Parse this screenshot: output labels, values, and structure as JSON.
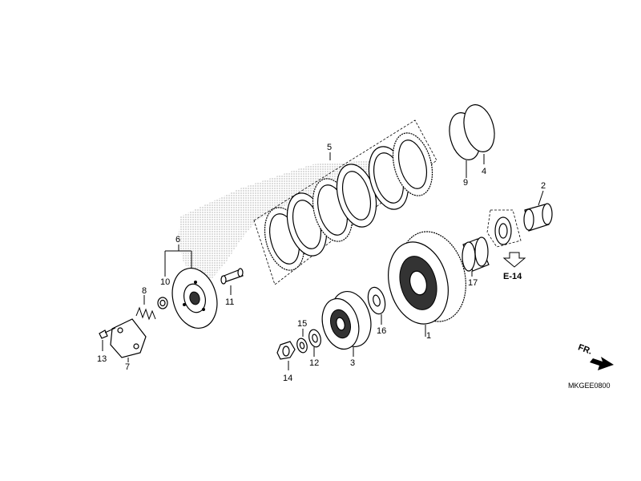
{
  "callouts": [
    {
      "id": "1",
      "text": "1"
    },
    {
      "id": "2",
      "text": "2"
    },
    {
      "id": "3",
      "text": "3"
    },
    {
      "id": "4",
      "text": "4"
    },
    {
      "id": "5",
      "text": "5"
    },
    {
      "id": "6",
      "text": "6"
    },
    {
      "id": "7",
      "text": "7"
    },
    {
      "id": "8",
      "text": "8"
    },
    {
      "id": "9",
      "text": "9"
    },
    {
      "id": "10",
      "text": "10"
    },
    {
      "id": "11",
      "text": "11"
    },
    {
      "id": "12",
      "text": "12"
    },
    {
      "id": "13",
      "text": "13"
    },
    {
      "id": "14",
      "text": "14"
    },
    {
      "id": "15",
      "text": "15"
    },
    {
      "id": "16",
      "text": "16"
    },
    {
      "id": "17",
      "text": "17"
    }
  ],
  "reference": "E-14",
  "front_marker": "FR.",
  "diagram_code": "MKGEE0800"
}
